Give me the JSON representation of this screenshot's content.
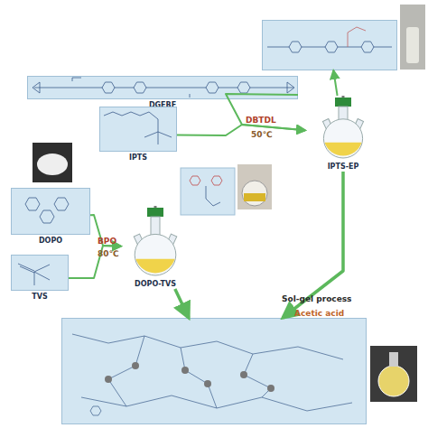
{
  "diagram": {
    "nodes": [
      {
        "text": []
      },
      {
        "text": [
          "DGEBF"
        ]
      },
      {
        "text": [
          "IPTS"
        ]
      },
      {
        "text": [
          "IPTS-EP"
        ]
      },
      {
        "text": [
          "DOPO"
        ]
      },
      {
        "text": [
          "TVS"
        ]
      },
      {
        "text": [
          "DOPO-TVS"
        ]
      },
      {
        "text": []
      }
    ],
    "edges": [
      {
        "from": 1,
        "to": 3,
        "arrow": "to"
      },
      {
        "from": 2,
        "to": 3,
        "arrow": "to"
      },
      {
        "from": 3,
        "to": 0,
        "arrow": "to"
      },
      {
        "from": 4,
        "to": 6,
        "arrow": "to"
      },
      {
        "from": 5,
        "to": 6,
        "arrow": "to"
      },
      {
        "from": 6,
        "to": 7,
        "arrow": "to"
      },
      {
        "from": 3,
        "to": 7,
        "arrow": "to"
      }
    ],
    "labels": [
      "DBTDL",
      "50℃",
      "BPO",
      "80℃",
      "Sol-gel process",
      "Acetic acid"
    ]
  }
}
